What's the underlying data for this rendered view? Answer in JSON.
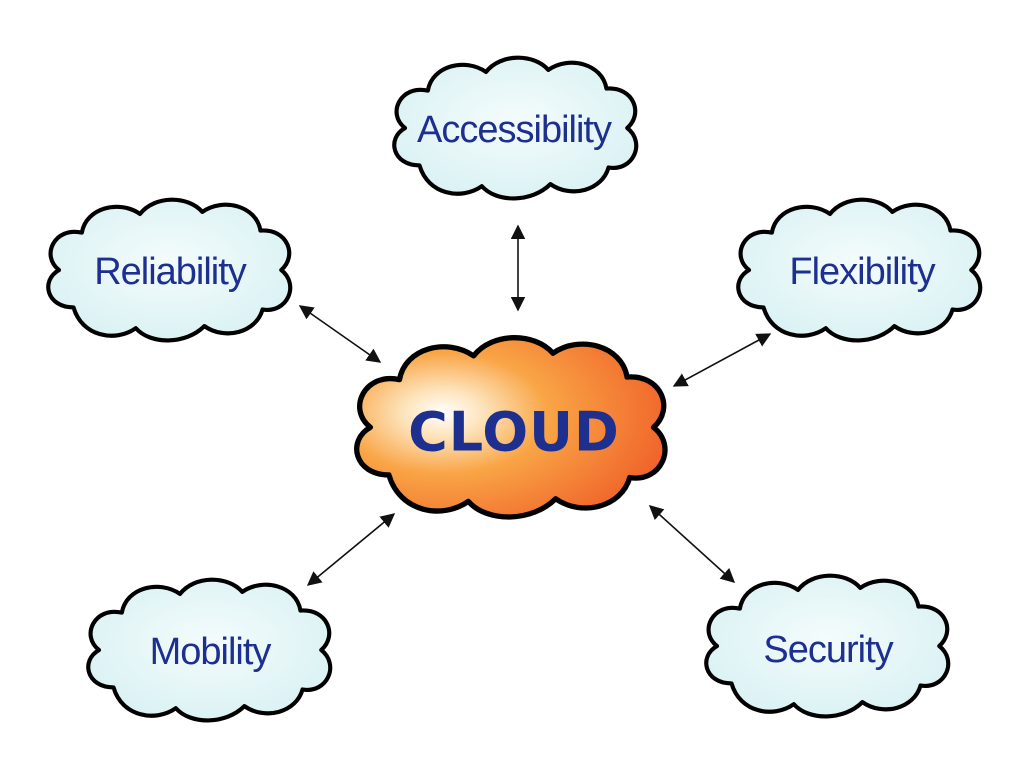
{
  "center": {
    "label": "CLOUD",
    "fill": "#f7963a"
  },
  "nodes": [
    {
      "id": "accessibility",
      "label": "Accessibility"
    },
    {
      "id": "reliability",
      "label": "Reliability"
    },
    {
      "id": "flexibility",
      "label": "Flexibility"
    },
    {
      "id": "mobility",
      "label": "Mobility"
    },
    {
      "id": "security",
      "label": "Security"
    }
  ],
  "edges": [
    {
      "from": "CLOUD",
      "to": "Accessibility",
      "bidirectional": true
    },
    {
      "from": "CLOUD",
      "to": "Reliability",
      "bidirectional": true
    },
    {
      "from": "CLOUD",
      "to": "Flexibility",
      "bidirectional": true
    },
    {
      "from": "CLOUD",
      "to": "Mobility",
      "bidirectional": true
    },
    {
      "from": "CLOUD",
      "to": "Security",
      "bidirectional": true
    }
  ],
  "colors": {
    "node_fill": "#e4f6f7",
    "text": "#1d2f8f",
    "outline": "#000000"
  }
}
